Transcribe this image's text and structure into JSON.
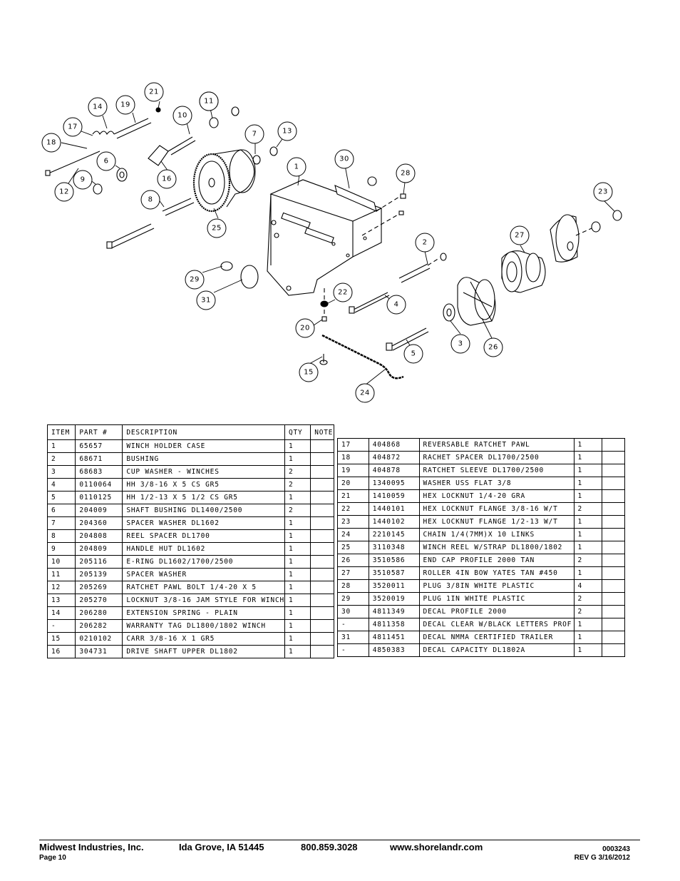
{
  "callouts": [
    "1",
    "2",
    "3",
    "4",
    "5",
    "6",
    "7",
    "8",
    "9",
    "10",
    "11",
    "12",
    "13",
    "14",
    "15",
    "16",
    "17",
    "18",
    "19",
    "20",
    "21",
    "22",
    "23",
    "24",
    "25",
    "26",
    "27",
    "28",
    "29",
    "30",
    "31"
  ],
  "table": {
    "headers": [
      "ITEM",
      "PART #",
      "DESCRIPTION",
      "QTY",
      "NOTE"
    ],
    "left_rows": [
      [
        "1",
        "65657",
        "WINCH HOLDER CASE",
        "1",
        ""
      ],
      [
        "2",
        "68671",
        "BUSHING",
        "1",
        ""
      ],
      [
        "3",
        "68683",
        "CUP WASHER - WINCHES",
        "2",
        ""
      ],
      [
        "4",
        "0110064",
        "HH 3/8-16 X 5 CS GR5",
        "2",
        ""
      ],
      [
        "5",
        "0110125",
        "HH 1/2-13 X 5 1/2 CS GR5",
        "1",
        ""
      ],
      [
        "6",
        "204009",
        "SHAFT BUSHING  DL1400/2500",
        "2",
        ""
      ],
      [
        "7",
        "204360",
        "SPACER WASHER  DL1602",
        "1",
        ""
      ],
      [
        "8",
        "204808",
        "REEL SPACER  DL1700",
        "1",
        ""
      ],
      [
        "9",
        "204809",
        "HANDLE HUT  DL1602",
        "1",
        ""
      ],
      [
        "10",
        "205116",
        "E-RING DL1602/1700/2500",
        "1",
        ""
      ],
      [
        "11",
        "205139",
        "SPACER WASHER",
        "1",
        ""
      ],
      [
        "12",
        "205269",
        "RATCHET PAWL BOLT 1/4-20 X 5",
        "1",
        ""
      ],
      [
        "13",
        "205270",
        "LOCKNUT 3/8-16 JAM STYLE FOR WINCH",
        "1",
        ""
      ],
      [
        "14",
        "206280",
        "EXTENSION SPRING - PLAIN",
        "1",
        ""
      ],
      [
        "-",
        "206282",
        "WARRANTY TAG DL1800/1802 WINCH",
        "1",
        ""
      ],
      [
        "15",
        "0210102",
        "CARR 3/8-16 X 1 GR5",
        "1",
        ""
      ],
      [
        "16",
        "304731",
        "DRIVE SHAFT UPPER  DL1802",
        "1",
        ""
      ]
    ],
    "right_rows": [
      [
        "17",
        "404868",
        "REVERSABLE RATCHET PAWL",
        "1",
        ""
      ],
      [
        "18",
        "404872",
        "RACHET SPACER  DL1700/2500",
        "1",
        ""
      ],
      [
        "19",
        "404878",
        "RATCHET SLEEVE  DL1700/2500",
        "1",
        ""
      ],
      [
        "20",
        "1340095",
        "WASHER USS FLAT 3/8",
        "1",
        ""
      ],
      [
        "21",
        "1410059",
        "HEX LOCKNUT 1/4-20 GRA",
        "1",
        ""
      ],
      [
        "22",
        "1440101",
        "HEX LOCKNUT FLANGE 3/8-16 W/T",
        "2",
        ""
      ],
      [
        "23",
        "1440102",
        "HEX LOCKNUT FLANGE 1/2-13 W/T",
        "1",
        ""
      ],
      [
        "24",
        "2210145",
        "CHAIN 1/4(7MM)X 10 LINKS",
        "1",
        ""
      ],
      [
        "25",
        "3110348",
        "WINCH REEL W/STRAP  DL1800/1802",
        "1",
        ""
      ],
      [
        "26",
        "3510586",
        "END CAP PROFILE 2000 TAN",
        "2",
        ""
      ],
      [
        "27",
        "3510587",
        "ROLLER 4IN BOW YATES TAN #450",
        "1",
        ""
      ],
      [
        "28",
        "3520011",
        "PLUG  3/8IN WHITE PLASTIC",
        "4",
        ""
      ],
      [
        "29",
        "3520019",
        "PLUG  1IN WHITE PLASTIC",
        "2",
        ""
      ],
      [
        "30",
        "4811349",
        "DECAL PROFILE 2000",
        "2",
        ""
      ],
      [
        "-",
        "4811358",
        "DECAL CLEAR W/BLACK LETTERS PROF",
        "1",
        ""
      ],
      [
        "31",
        "4811451",
        "DECAL NMMA CERTIFIED TRAILER",
        "1",
        ""
      ],
      [
        "-",
        "4850383",
        "DECAL CAPACITY DL1802A",
        "1",
        ""
      ]
    ]
  },
  "footer": {
    "company": "Midwest Industries, Inc.",
    "city": "Ida Grove, IA  51445",
    "phone": "800.859.3028",
    "website": "www.shorelandr.com",
    "page": "Page 10",
    "doc_number": "0003243",
    "revision": "REV  G  3/16/2012"
  }
}
